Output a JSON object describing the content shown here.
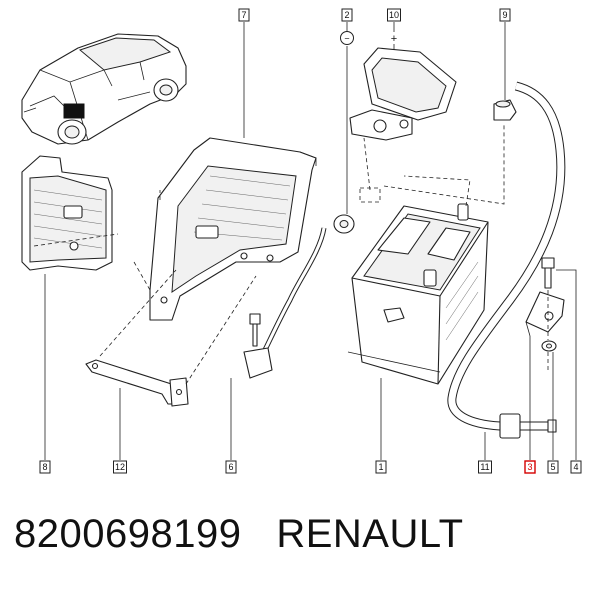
{
  "caption": {
    "part_number": "8200698199",
    "brand": "RENAULT"
  },
  "callouts": [
    {
      "id": "1",
      "highlight": false
    },
    {
      "id": "2",
      "highlight": false
    },
    {
      "id": "3",
      "highlight": true
    },
    {
      "id": "4",
      "highlight": false
    },
    {
      "id": "5",
      "highlight": false
    },
    {
      "id": "6",
      "highlight": false
    },
    {
      "id": "7",
      "highlight": false
    },
    {
      "id": "8",
      "highlight": false
    },
    {
      "id": "9",
      "highlight": false
    },
    {
      "id": "10",
      "highlight": false
    },
    {
      "id": "11",
      "highlight": false
    },
    {
      "id": "12",
      "highlight": false
    }
  ],
  "terminal_symbols": {
    "negative": "−",
    "positive": "+"
  },
  "colors": {
    "highlight": "#d40000",
    "line": "#222222"
  }
}
